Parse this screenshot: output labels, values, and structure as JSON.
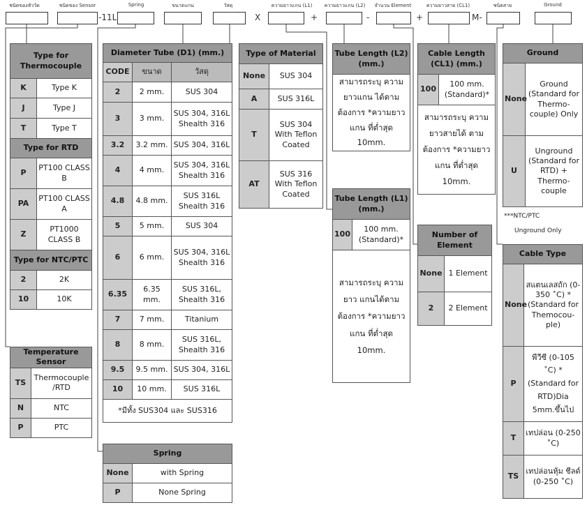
{
  "header": {
    "labels": [
      "ชนิดของหัววัด",
      "ชนิดของ Sensor",
      "Spring",
      "ขนาดแกน",
      "วัสดุ",
      "ความยาวแกน (L1)",
      "ความยาวแกน (L2)",
      "จำนวน Element",
      "ความยาวสาย (CL1)",
      "ชนิดสาย",
      "Ground"
    ],
    "separators": [
      "-11L",
      "X",
      "+",
      "-",
      "+",
      "M-"
    ]
  },
  "thermocouple": {
    "title": "Type for Thermocouple",
    "rows": [
      [
        "K",
        "Type K"
      ],
      [
        "J",
        "Type J"
      ],
      [
        "T",
        "Type T"
      ]
    ]
  },
  "rtd": {
    "title": "Type for RTD",
    "rows": [
      [
        "P",
        "PT100 CLASS B"
      ],
      [
        "PA",
        "PT100 CLASS A"
      ],
      [
        "Z",
        "PT1000 CLASS B"
      ]
    ]
  },
  "ntc": {
    "title": "Type for NTC/PTC",
    "rows": [
      [
        "2",
        "2K"
      ],
      [
        "10",
        "10K"
      ]
    ]
  },
  "sensor": {
    "title": "Temperature Sensor",
    "rows": [
      [
        "TS",
        "Thermocouple /RTD"
      ],
      [
        "N",
        "NTC"
      ],
      [
        "P",
        "PTC"
      ]
    ]
  },
  "diameter": {
    "title": "Diameter Tube (D1) (mm.)",
    "cols": [
      "CODE",
      "ขนาด",
      "วัสดุ"
    ],
    "rows": [
      [
        "2",
        "2 mm.",
        "SUS 304"
      ],
      [
        "3",
        "3 mm.",
        "SUS 304, 316L Shealth 316"
      ],
      [
        "3.2",
        "3.2 mm.",
        "SUS 304, 316L"
      ],
      [
        "4",
        "4 mm.",
        "SUS 304, 316L Shealth 316"
      ],
      [
        "4.8",
        "4.8 mm.",
        "SUS 316L Shealth 316"
      ],
      [
        "5",
        "5 mm.",
        "SUS 304"
      ],
      [
        "6",
        "6 mm.",
        "SUS 304, 316L Shealth 316"
      ],
      [
        "6.35",
        "6.35 mm.",
        "SUS 316L, Shealth 316"
      ],
      [
        "7",
        "7 mm.",
        "Titanium"
      ],
      [
        "8",
        "8 mm.",
        "SUS 316L, Shealth 316"
      ],
      [
        "9.5",
        "9.5 mm.",
        "SUS 304, 316L"
      ],
      [
        "10",
        "10 mm.",
        "SUS 316L"
      ]
    ],
    "note": "*มีทั้ง SUS304 และ SUS316"
  },
  "spring": {
    "title": "Spring",
    "rows": [
      [
        "None",
        "with Spring"
      ],
      [
        "P",
        "None Spring"
      ]
    ]
  },
  "material": {
    "title": "Type of Material",
    "rows": [
      [
        "None",
        "SUS 304"
      ],
      [
        "A",
        "SUS 316L"
      ],
      [
        "T",
        "SUS 304 With Teflon Coated"
      ],
      [
        "AT",
        "SUS 316 With Teflon Coated"
      ]
    ]
  },
  "l2": {
    "title": "Tube Length (L2) (mm.)",
    "text": "สามารถระบุ ความยาวแกน ได้ตามต้องการ *ความยาวแกน ที่ต่ำสุด 10mm."
  },
  "l1": {
    "title": "Tube Length (L1) (mm.)",
    "code": "100",
    "desc": "100 mm. (Standard)*",
    "text": "สามารถระบุ ความยาว แกนได้ตาม ต้องการ *ความยาวแกน ที่ต่ำสุด 10mm."
  },
  "cable_length": {
    "title": "Cable Length (CL1) (mm.)",
    "code": "100",
    "desc": "100 mm. (Standard)*",
    "text": "สามารถระบุ ความยาวสายได้ ตามต้องการ *ความยาวแกน ที่ต่ำสุด 10mm."
  },
  "element": {
    "title": "Number of Element",
    "rows": [
      [
        "None",
        "1 Element"
      ],
      [
        "2",
        "2 Element"
      ]
    ]
  },
  "ground": {
    "title": "Ground",
    "rows": [
      [
        "None",
        "Ground (Standard for Thermo- couple) Only"
      ],
      [
        "U",
        "Unground (Standard for RTD) + Thermo- couple"
      ]
    ],
    "note1": "***NTC/PTC",
    "note2": "Unground Only"
  },
  "cable_type": {
    "title": "Cable Type",
    "rows": [
      [
        "None",
        "สแตนเลสถัก (0-350 ˚C) *(Standard for Themocou- ple)"
      ],
      [
        "P",
        "พีวีซี (0-105 ˚C) *(Standard for RTD)Dia 5mm.ขึ้นไป"
      ],
      [
        "T",
        "เทปล่อน (0-250 ˚C)"
      ],
      [
        "TS",
        "เทปล่อนหุ้ม ชีลด์ (0-250 ˚C)"
      ]
    ]
  }
}
